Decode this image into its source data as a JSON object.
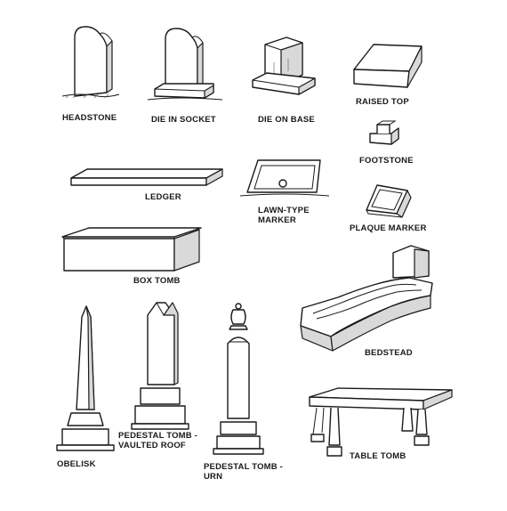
{
  "labels": {
    "headstone": "HEADSTONE",
    "die_in_socket": "DIE IN SOCKET",
    "die_on_base": "DIE ON BASE",
    "raised_top": "RAISED TOP",
    "footstone": "FOOTSTONE",
    "ledger": "LEDGER",
    "lawn_type_marker_1": "LAWN-TYPE",
    "lawn_type_marker_2": "MARKER",
    "plaque_marker": "PLAQUE MARKER",
    "box_tomb": "BOX TOMB",
    "bedstead": "BEDSTEAD",
    "obelisk": "OBELISK",
    "pedestal_vaulted_1": "PEDESTAL TOMB -",
    "pedestal_vaulted_2": "VAULTED ROOF",
    "pedestal_urn_1": "PEDESTAL TOMB -",
    "pedestal_urn_2": "URN",
    "table_tomb": "TABLE TOMB"
  }
}
